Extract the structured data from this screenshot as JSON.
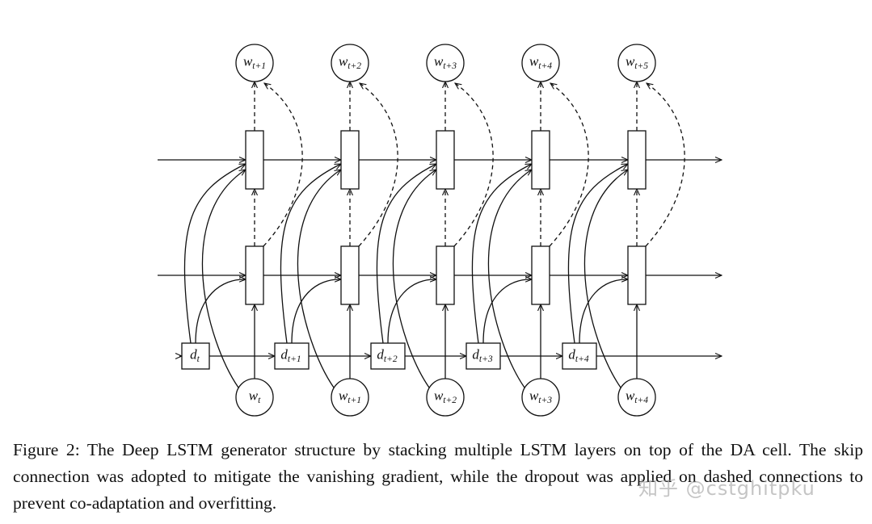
{
  "diagram": {
    "outputs": [
      {
        "base": "w",
        "sub": "t+1"
      },
      {
        "base": "w",
        "sub": "t+2"
      },
      {
        "base": "w",
        "sub": "t+3"
      },
      {
        "base": "w",
        "sub": "t+4"
      },
      {
        "base": "w",
        "sub": "t+5"
      }
    ],
    "inputs": [
      {
        "base": "w",
        "sub": "t"
      },
      {
        "base": "w",
        "sub": "t+1"
      },
      {
        "base": "w",
        "sub": "t+2"
      },
      {
        "base": "w",
        "sub": "t+3"
      },
      {
        "base": "w",
        "sub": "t+4"
      }
    ],
    "da_cells": [
      {
        "base": "d",
        "sub": "t"
      },
      {
        "base": "d",
        "sub": "t+1"
      },
      {
        "base": "d",
        "sub": "t+2"
      },
      {
        "base": "d",
        "sub": "t+3"
      },
      {
        "base": "d",
        "sub": "t+4"
      }
    ]
  },
  "caption": "Figure 2: The Deep LSTM generator structure by stacking multiple LSTM layers on top of the DA cell. The skip connection was adopted to mitigate the vanishing gradient, while the dropout was applied on dashed connections to prevent co-adaptation and overfitting.",
  "watermark": "知乎 @cstghitpku"
}
